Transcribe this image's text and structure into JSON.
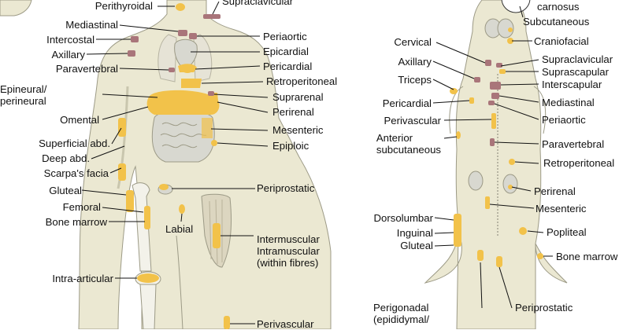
{
  "colors": {
    "body_fill": "#ebe8d2",
    "body_stroke": "#9c9a86",
    "fat_yellow": "#f2c24a",
    "fat_yellow_light": "#f7dc8b",
    "brown_fat": "#a9757a",
    "organ_grey": "#d8d8d0",
    "leader": "#111111"
  },
  "human": {
    "labels": {
      "perithyroidal": "Perithyroidal",
      "supraclavicular": "Supraclavicular",
      "mediastinal": "Mediastinal",
      "periaortic": "Periaortic",
      "intercostal": "Intercostal",
      "epicardial": "Epicardial",
      "axillary": "Axillary",
      "pericardial": "Pericardial",
      "paravertebral": "Paravertebral",
      "retroperitoneal": "Retroperitoneal",
      "epineural": "Epineural/\nperineural",
      "suprarenal": "Suprarenal",
      "perirenal": "Perirenal",
      "omental": "Omental",
      "mesenteric": "Mesenteric",
      "superficial_abd": "Superficial abd.",
      "epiploic": "Epiploic",
      "deep_abd": "Deep abd.",
      "scarpas": "Scarpa's facia",
      "gluteal": "Gluteal",
      "periprostatic": "Periprostatic",
      "femoral": "Femoral",
      "bone_marrow": "Bone marrow",
      "labial": "Labial",
      "intermuscular": "Intermuscular\nIntramuscular\n(within fibres)",
      "intra_articular": "Intra-articular",
      "perivascular": "Perivascular"
    }
  },
  "mouse": {
    "labels": {
      "carnosus": "carnosus",
      "subcutaneous": "Subcutaneous",
      "cervical": "Cervical",
      "craniofacial": "Craniofacial",
      "axillary": "Axillary",
      "supraclavicular": "Supraclavicular",
      "suprascapular": "Suprascapular",
      "triceps": "Triceps",
      "interscapular": "Interscapular",
      "pericardial": "Pericardial",
      "mediastinal": "Mediastinal",
      "perivascular": "Perivascular",
      "periaortic": "Periaortic",
      "anterior_subcutaneous": "Anterior\nsubcutaneous",
      "paravertebral": "Paravertebral",
      "retroperitoneal": "Retroperitoneal",
      "perirenal": "Perirenal",
      "mesenteric": "Mesenteric",
      "dorsolumbar": "Dorsolumbar",
      "inguinal": "Inguinal",
      "popliteal": "Popliteal",
      "gluteal": "Gluteal",
      "bone_marrow": "Bone marrow",
      "perigonadal": "Perigonadal\n(epididymal/",
      "periprostatic": "Periprostatic"
    }
  }
}
